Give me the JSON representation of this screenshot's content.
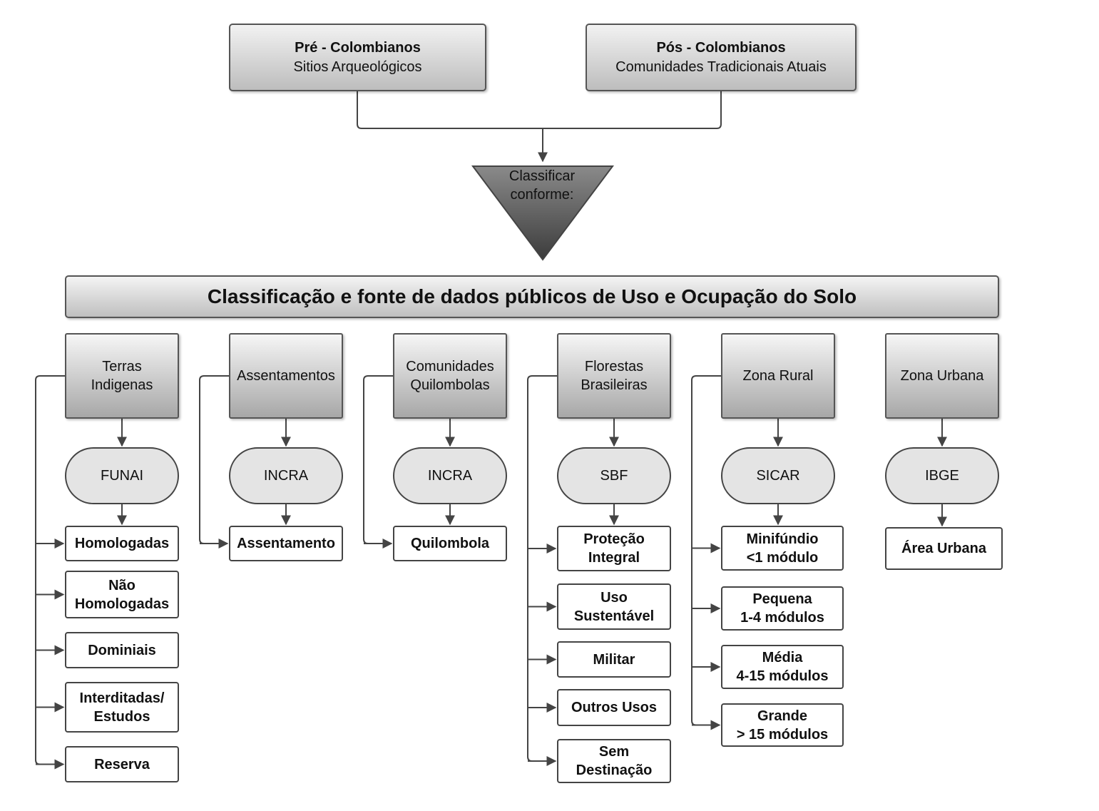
{
  "origins": [
    {
      "title": "Pré - Colombianos",
      "subtitle": "Sitios Arqueológicos"
    },
    {
      "title": "Pós - Colombianos",
      "subtitle": "Comunidades Tradicionais Atuais"
    }
  ],
  "classify": {
    "line1": "Classificar",
    "line2": "conforme:"
  },
  "banner": "Classificação e fonte de dados públicos de Uso e Ocupação do Solo",
  "columns": [
    {
      "category": [
        "Terras",
        "Indigenas"
      ],
      "source": "FUNAI",
      "items": [
        [
          "Homologadas"
        ],
        [
          "Não",
          "Homologadas"
        ],
        [
          "Dominiais"
        ],
        [
          "Interditadas/",
          "Estudos"
        ],
        [
          "Reserva"
        ]
      ]
    },
    {
      "category": [
        "Assentamentos"
      ],
      "source": "INCRA",
      "items": [
        [
          "Assentamento"
        ]
      ]
    },
    {
      "category": [
        "Comunidades",
        "Quilombolas"
      ],
      "source": "INCRA",
      "items": [
        [
          "Quilombola"
        ]
      ]
    },
    {
      "category": [
        "Florestas",
        "Brasileiras"
      ],
      "source": "SBF",
      "items": [
        [
          "Proteção",
          "Integral"
        ],
        [
          "Uso",
          "Sustentável"
        ],
        [
          "Militar"
        ],
        [
          "Outros Usos"
        ],
        [
          "Sem",
          "Destinação"
        ]
      ]
    },
    {
      "category": [
        "Zona Rural"
      ],
      "source": "SICAR",
      "items": [
        [
          "Minifúndio",
          "<1 módulo"
        ],
        [
          "Pequena",
          "1-4 módulos"
        ],
        [
          "Média",
          "4-15 módulos"
        ],
        [
          "Grande",
          "> 15 módulos"
        ]
      ]
    },
    {
      "category": [
        "Zona Urbana"
      ],
      "source": "IBGE",
      "items": [
        [
          "Área Urbana"
        ]
      ]
    }
  ]
}
